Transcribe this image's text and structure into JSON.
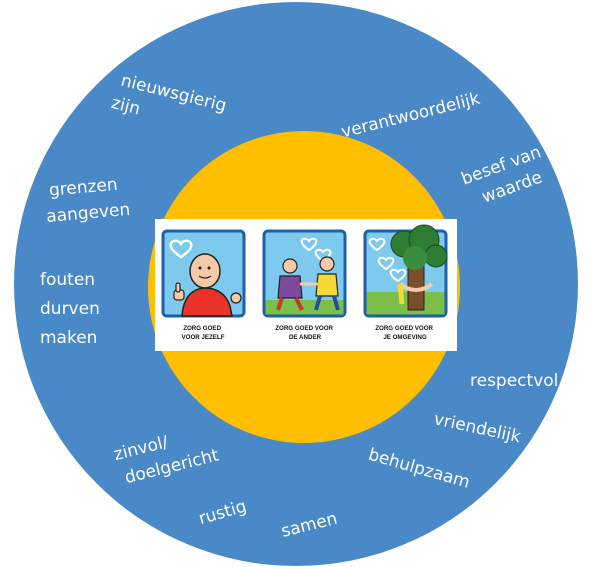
{
  "colors": {
    "outer_ring": "#4A89C7",
    "inner_circle": "#FFBF00",
    "ring_text": "#FFFFFF",
    "card_frame": "#1F5FA8",
    "card_bg": "#FFFFFF"
  },
  "ring_words": {
    "nieuwsgierig": [
      "nieuwsgierig",
      "zijn"
    ],
    "verantwoordelijk": [
      "verantwoordelijk"
    ],
    "besef": [
      "besef van",
      "waarde"
    ],
    "grenzen": [
      "grenzen",
      "aangeven"
    ],
    "fouten": [
      "fouten",
      "durven",
      "maken"
    ],
    "respectvol": [
      "respectvol"
    ],
    "vriendelijk": [
      "vriendelijk"
    ],
    "zinvol": [
      "zinvol/",
      "doelgericht"
    ],
    "behulpzaam": [
      "behulpzaam"
    ],
    "rustig": [
      "rustig"
    ],
    "samen": [
      "samen"
    ]
  },
  "center_card": {
    "panels": [
      {
        "icon": "self-care-icon",
        "caption": [
          "ZORG GOED",
          "VOOR JEZELF"
        ]
      },
      {
        "icon": "care-for-others-icon",
        "caption": [
          "ZORG GOED VOOR",
          "DE ANDER"
        ]
      },
      {
        "icon": "care-for-environment-icon",
        "caption": [
          "ZORG GOED VOOR",
          "JE OMGEVING"
        ]
      }
    ]
  }
}
